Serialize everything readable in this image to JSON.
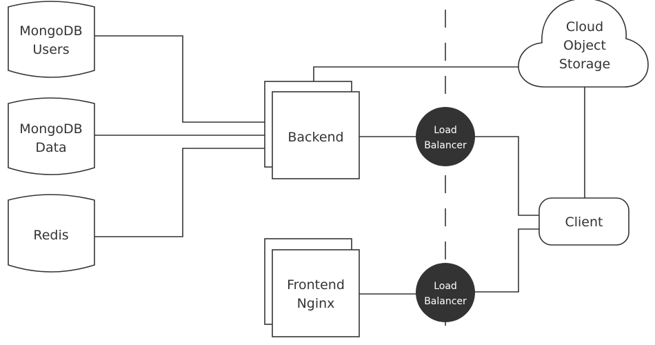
{
  "nodes": {
    "mongodb_users": {
      "lines": [
        "MongoDB",
        "Users"
      ]
    },
    "mongodb_data": {
      "lines": [
        "MongoDB",
        "Data"
      ]
    },
    "redis": {
      "lines": [
        "Redis"
      ]
    },
    "backend": {
      "lines": [
        "Backend"
      ]
    },
    "frontend": {
      "lines": [
        "Frontend",
        "Nginx"
      ]
    },
    "load_balancer_top": {
      "lines": [
        "Load",
        "Balancer"
      ]
    },
    "load_balancer_bottom": {
      "lines": [
        "Load",
        "Balancer"
      ]
    },
    "cloud_storage": {
      "lines": [
        "Cloud",
        "Object",
        "Storage"
      ]
    },
    "client": {
      "lines": [
        "Client"
      ]
    }
  },
  "colors": {
    "stroke": "#333333",
    "load_balancer_fill": "#333333",
    "background": "#ffffff"
  }
}
